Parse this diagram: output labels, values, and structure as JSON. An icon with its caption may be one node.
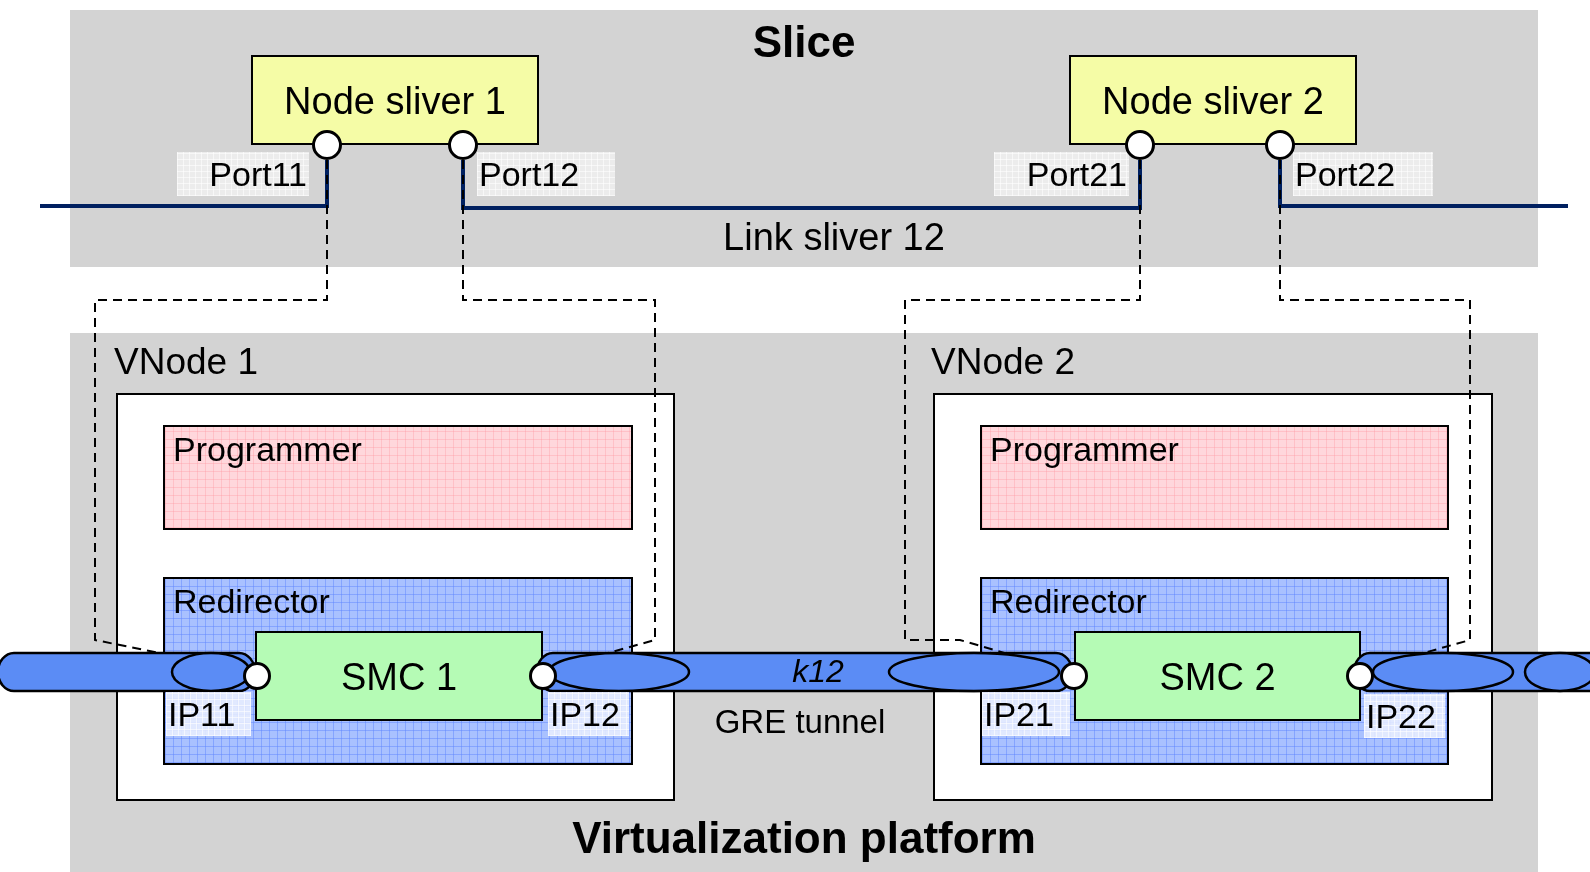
{
  "diagram": {
    "nodes": [
      {
        "text": [
          "Slice"
        ]
      },
      {
        "text": [
          "Node sliver 1"
        ],
        "in": 0
      },
      {
        "text": [
          "Node sliver 2"
        ],
        "in": 0
      },
      {
        "text": [],
        "shape": "circle",
        "in": 0,
        "beside": [
          "Port11"
        ]
      },
      {
        "text": [],
        "shape": "circle",
        "in": 0,
        "beside": [
          "Port12"
        ]
      },
      {
        "text": [],
        "shape": "circle",
        "in": 0,
        "beside": [
          "Port21"
        ]
      },
      {
        "text": [],
        "shape": "circle",
        "in": 0,
        "beside": [
          "Port22"
        ]
      },
      {
        "text": [
          "Virtualization platform"
        ]
      },
      {
        "text": [
          "VNode 1"
        ],
        "in": 7
      },
      {
        "text": [
          "Programmer"
        ],
        "in": 8
      },
      {
        "text": [
          "Redirector"
        ],
        "in": 8
      },
      {
        "text": [
          "SMC 1"
        ],
        "in": 10
      },
      {
        "text": [],
        "shape": "circle",
        "in": 10,
        "beside": [
          "IP11"
        ]
      },
      {
        "text": [],
        "shape": "circle",
        "in": 10,
        "beside": [
          "IP12"
        ]
      },
      {
        "text": [
          "VNode 2"
        ],
        "in": 7
      },
      {
        "text": [
          "Programmer"
        ],
        "in": 14
      },
      {
        "text": [
          "Redirector"
        ],
        "in": 14
      },
      {
        "text": [
          "SMC 2"
        ],
        "in": 16
      },
      {
        "text": [],
        "shape": "circle",
        "in": 16,
        "beside": [
          "IP21"
        ]
      },
      {
        "text": [],
        "shape": "circle",
        "in": 16,
        "beside": [
          "IP22"
        ]
      }
    ],
    "edges": [
      {
        "from": null,
        "to": 3,
        "arrow": "none",
        "color": "#002060"
      },
      {
        "from": 4,
        "to": 5,
        "arrow": "none",
        "label": "Link sliver 12",
        "color": "#002060"
      },
      {
        "from": 6,
        "to": null,
        "arrow": "none",
        "color": "#002060"
      },
      {
        "from": 3,
        "to": 12,
        "arrow": "none",
        "style": "dashed"
      },
      {
        "from": 4,
        "to": 13,
        "arrow": "none",
        "style": "dashed"
      },
      {
        "from": 5,
        "to": 18,
        "arrow": "none",
        "style": "dashed"
      },
      {
        "from": 6,
        "to": 19,
        "arrow": "none",
        "style": "dashed"
      },
      {
        "from": null,
        "to": 12,
        "arrow": "none",
        "style": "thick",
        "color": "#5b8cf5"
      },
      {
        "from": 13,
        "to": 18,
        "arrow": "none",
        "style": "thick",
        "color": "#5b8cf5",
        "label": "k12"
      },
      {
        "from": 19,
        "to": null,
        "arrow": "none",
        "style": "thick",
        "color": "#5b8cf5"
      }
    ],
    "labels": [
      "GRE tunnel"
    ]
  }
}
